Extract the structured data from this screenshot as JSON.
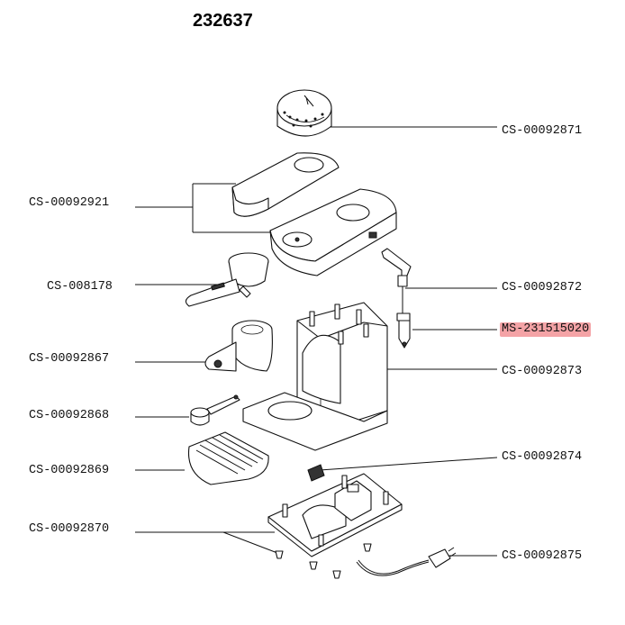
{
  "title": "232637",
  "highlight_color": "#f4a3a6",
  "labels": {
    "l1": "CS-00092871",
    "l2": "CS-00092921",
    "l3": "CS-008178",
    "l4": "CS-00092872",
    "l5": "MS-231515020",
    "l6": "CS-00092867",
    "l7": "CS-00092873",
    "l8": "CS-00092868",
    "l9": "CS-00092874",
    "l10": "CS-00092869",
    "l11": "CS-00092870",
    "l12": "CS-00092875"
  }
}
